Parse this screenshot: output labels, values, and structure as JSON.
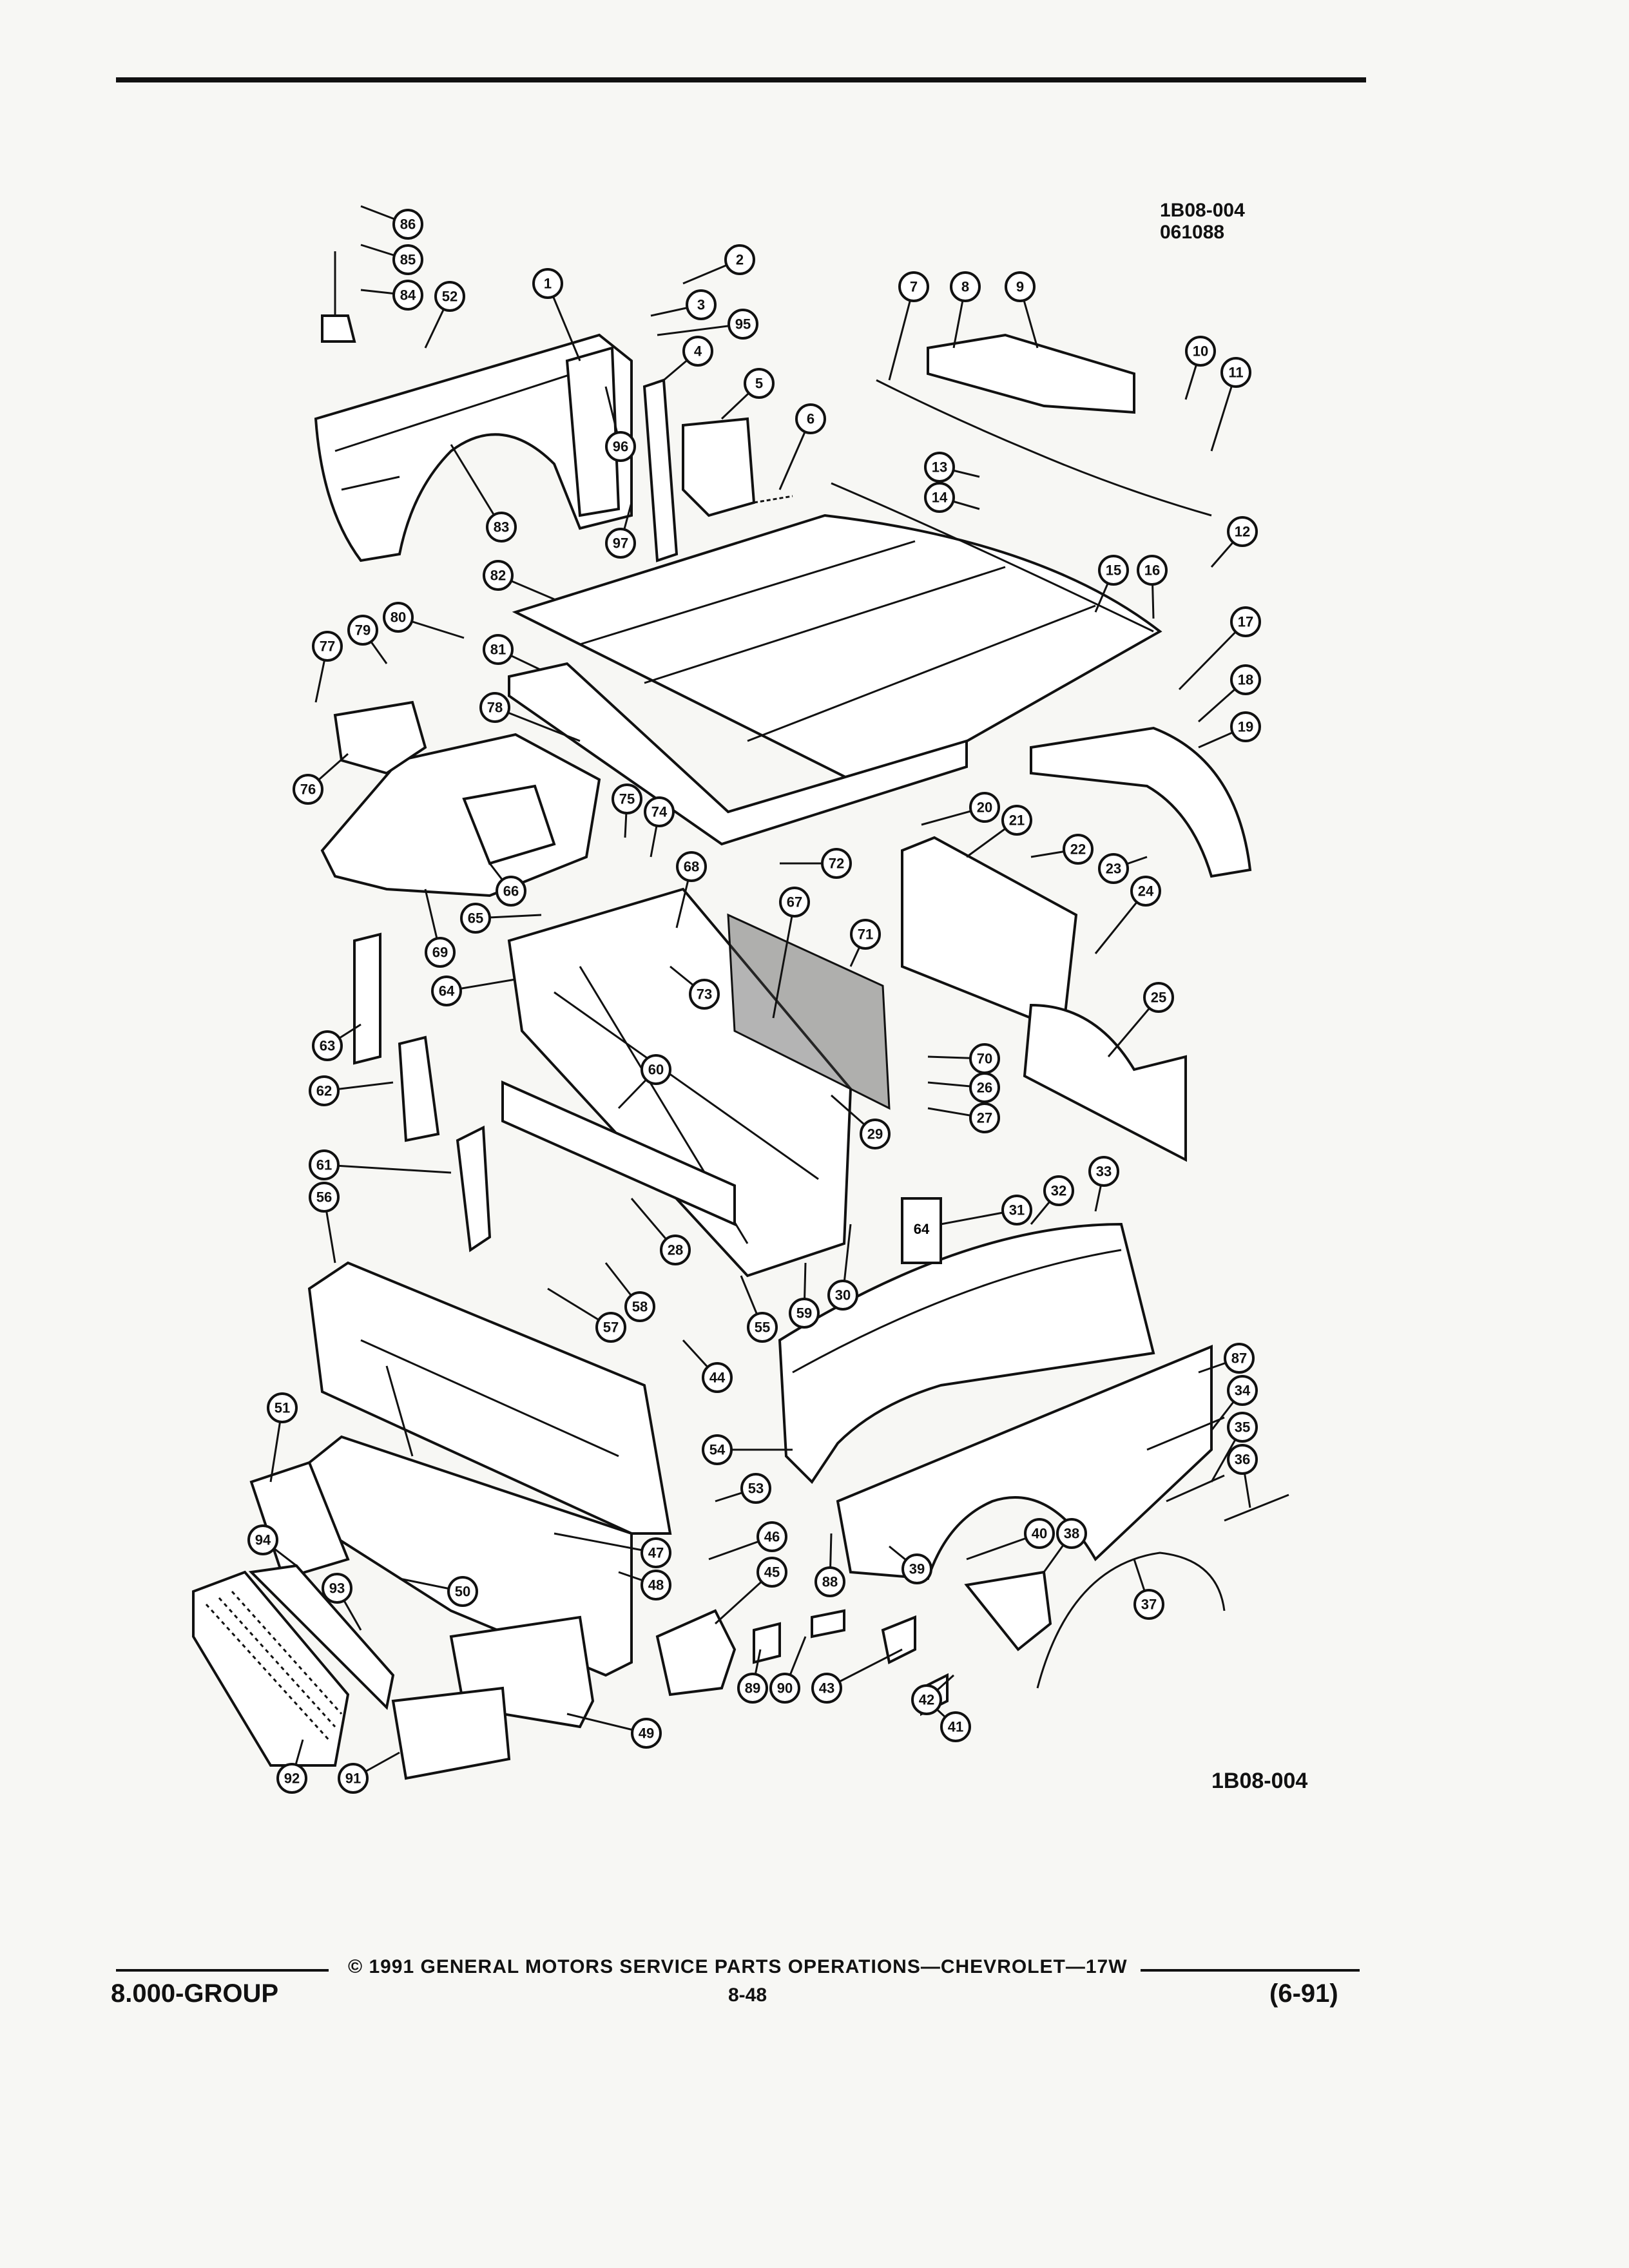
{
  "header": {
    "ref_code": "1B08-004",
    "ref_date": "061088"
  },
  "diagram": {
    "ref_code": "1B08-004",
    "callouts": [
      "1",
      "2",
      "3",
      "4",
      "5",
      "6",
      "7",
      "8",
      "9",
      "10",
      "11",
      "12",
      "13",
      "14",
      "15",
      "16",
      "17",
      "18",
      "19",
      "20",
      "21",
      "22",
      "23",
      "24",
      "25",
      "26",
      "27",
      "28",
      "29",
      "30",
      "31",
      "32",
      "33",
      "34",
      "35",
      "36",
      "37",
      "38",
      "39",
      "40",
      "41",
      "42",
      "43",
      "44",
      "45",
      "46",
      "47",
      "48",
      "49",
      "50",
      "51",
      "52",
      "53",
      "54",
      "55",
      "56",
      "57",
      "58",
      "59",
      "60",
      "61",
      "62",
      "63",
      "64",
      "65",
      "66",
      "67",
      "68",
      "69",
      "70",
      "71",
      "72",
      "73",
      "74",
      "75",
      "76",
      "77",
      "78",
      "79",
      "80",
      "81",
      "82",
      "83",
      "84",
      "85",
      "86",
      "87",
      "88",
      "89",
      "90",
      "91",
      "92",
      "93",
      "94",
      "95",
      "96",
      "97"
    ],
    "part_31_label": "64"
  },
  "footer": {
    "copyright": "© 1991 GENERAL MOTORS SERVICE PARTS OPERATIONS—CHEVROLET—17W",
    "group": "8.000-GROUP",
    "page": "8-48",
    "date_code": "(6-91)"
  }
}
